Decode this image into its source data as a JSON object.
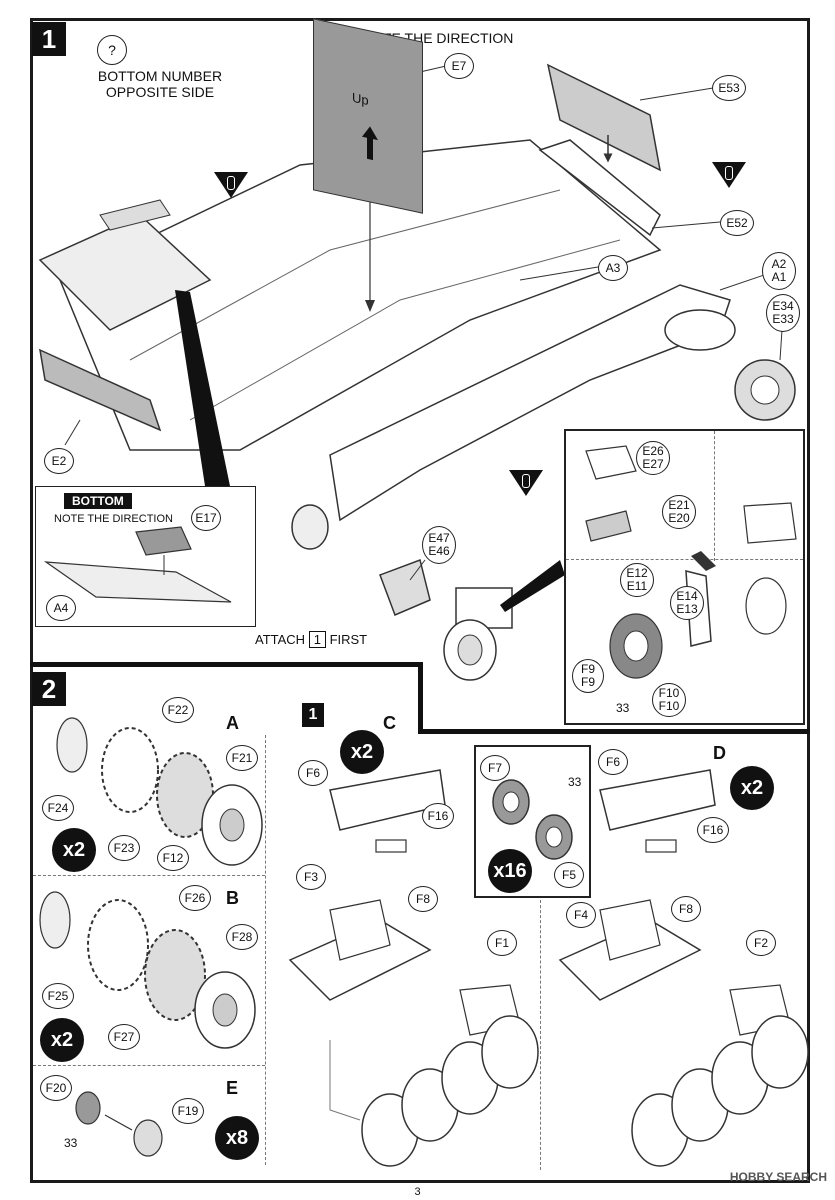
{
  "step1": {
    "number": "1",
    "question_mark": "?",
    "note_bottom": [
      "BOTTOM NUMBER",
      "OPPOSITE SIDE"
    ],
    "note_direction": "NOTE THE DIRECTION",
    "plate_label": "Up",
    "attach_pre": "ATTACH",
    "attach_box": "1",
    "attach_post": "FIRST",
    "callouts": {
      "e7": "E7",
      "e53": "E53",
      "e52": "E52",
      "a3": "A3",
      "a2a1": [
        "A2",
        "A1"
      ],
      "e34e33": [
        "E34",
        "E33"
      ],
      "e2": "E2",
      "e47e46": [
        "E47",
        "E46"
      ]
    },
    "bottom_inset": {
      "title": "BOTTOM",
      "note": "NOTE THE DIRECTION",
      "e17": "E17",
      "a4": "A4"
    },
    "detail_inset": {
      "e26e27": [
        "E26",
        "E27"
      ],
      "e21e20": [
        "E21",
        "E20"
      ],
      "e12e11": [
        "E12",
        "E11"
      ],
      "e14e13": [
        "E14",
        "E13"
      ],
      "f9f9": [
        "F9",
        "F9"
      ],
      "f10f10": [
        "F10",
        "F10"
      ],
      "num33": "33"
    }
  },
  "step2": {
    "number": "2",
    "sub_a": {
      "letter": "A",
      "f24": "F24",
      "f22": "F22",
      "f21": "F21",
      "f23": "F23",
      "f12": "F12",
      "qty": "x2"
    },
    "sub_b": {
      "letter": "B",
      "f25": "F25",
      "f26": "F26",
      "f28": "F28",
      "f27": "F27",
      "qty": "x2"
    },
    "sub_e": {
      "letter": "E",
      "f20": "F20",
      "f19": "F19",
      "num33": "33",
      "qty": "x8"
    },
    "sub_c": {
      "badge": "1",
      "letter": "C",
      "qty": "x2",
      "f6": "F6",
      "f16": "F16",
      "f3": "F3",
      "f8": "F8",
      "f1": "F1"
    },
    "sub_wheel": {
      "f7": "F7",
      "num33": "33",
      "f5": "F5",
      "qty": "x16"
    },
    "sub_d": {
      "letter": "D",
      "qty": "x2",
      "f6": "F6",
      "f16": "F16",
      "f4": "F4",
      "f8": "F8",
      "f2": "F2"
    }
  },
  "page_number": "3",
  "watermark": "HOBBY SEARCH"
}
